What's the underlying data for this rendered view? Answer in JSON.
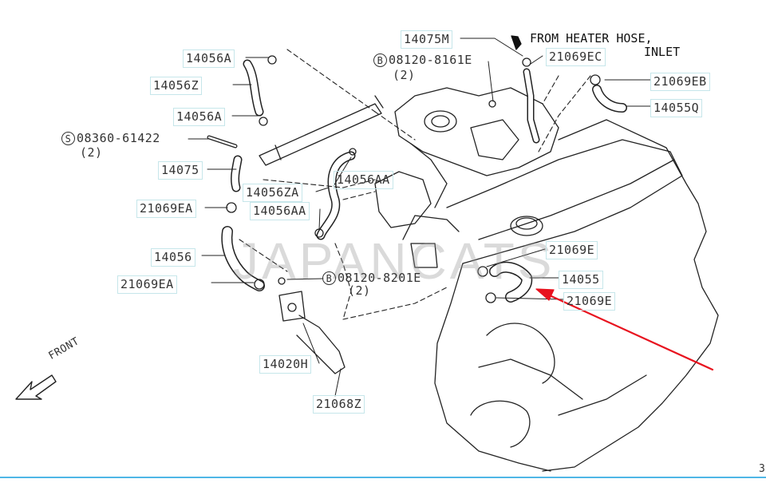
{
  "diagram": {
    "heading_line1": "FROM HEATER HOSE,",
    "heading_line2": "INLET",
    "front_label": "FRONT",
    "watermark": "JAPANCATS",
    "page_num": "3",
    "accent_color": "#e8131f",
    "callouts": [
      {
        "id": "14075m",
        "text": "14075M"
      },
      {
        "id": "08120-8161e",
        "sym": "B",
        "text": "08120-8161E",
        "sub": "(2)"
      },
      {
        "id": "21069ec",
        "text": "21069EC"
      },
      {
        "id": "21069eb",
        "text": "21069EB"
      },
      {
        "id": "14055q",
        "text": "14055Q"
      },
      {
        "id": "14056a-1",
        "text": "14056A"
      },
      {
        "id": "14056z",
        "text": "14056Z"
      },
      {
        "id": "14056a-2",
        "text": "14056A"
      },
      {
        "id": "08360-61422",
        "sym": "S",
        "text": "08360-61422",
        "sub": "(2)"
      },
      {
        "id": "14075",
        "text": "14075"
      },
      {
        "id": "14056za",
        "text": "14056ZA"
      },
      {
        "id": "14056aa-1",
        "text": "14056AA"
      },
      {
        "id": "21069ea-1",
        "text": "21069EA"
      },
      {
        "id": "14056aa-2",
        "text": "14056AA"
      },
      {
        "id": "14056",
        "text": "14056"
      },
      {
        "id": "21069ea-2",
        "text": "21069EA"
      },
      {
        "id": "08120-8201e",
        "sym": "B",
        "text": "08120-8201E",
        "sub": "(2)"
      },
      {
        "id": "21069e-1",
        "text": "21069E"
      },
      {
        "id": "14055",
        "text": "14055"
      },
      {
        "id": "21069e-2",
        "text": "21069E"
      },
      {
        "id": "14020h",
        "text": "14020H"
      },
      {
        "id": "21068z",
        "text": "21068Z"
      }
    ]
  }
}
